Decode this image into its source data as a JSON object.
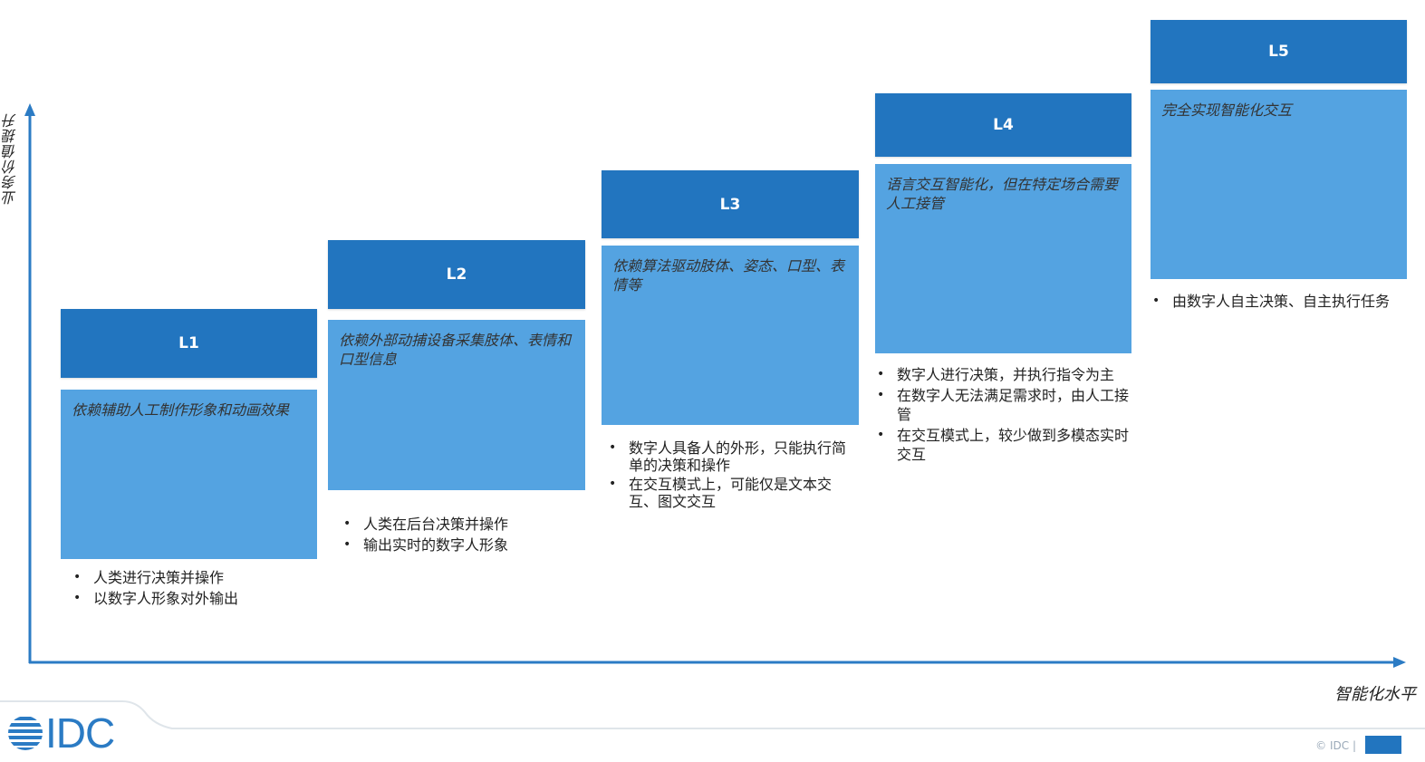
{
  "axes": {
    "y_label": "业务价值提升",
    "x_label": "智能化水平"
  },
  "levels": [
    {
      "name": "L1",
      "description": "依赖辅助人工制作形象和动画效果",
      "bullets": [
        "人类进行决策并操作",
        "以数字人形象对外输出"
      ]
    },
    {
      "name": "L2",
      "description": "依赖外部动捕设备采集肢体、表情和口型信息",
      "bullets": [
        "人类在后台决策并操作",
        "输出实时的数字人形象"
      ]
    },
    {
      "name": "L3",
      "description": "依赖算法驱动肢体、姿态、口型、表情等",
      "bullets": [
        "数字人具备人的外形，只能执行简单的决策和操作",
        "在交互模式上，可能仅是文本交互、图文交互"
      ]
    },
    {
      "name": "L4",
      "description": "语言交互智能化，但在特定场合需要人工接管",
      "bullets": [
        "数字人进行决策，并执行指令为主",
        "在数字人无法满足需求时，由人工接管",
        "在交互模式上，较少做到多模态实时交互"
      ]
    },
    {
      "name": "L5",
      "description": "完全实现智能化交互",
      "bullets": [
        "由数字人自主决策、自主执行任务"
      ]
    }
  ],
  "footer": {
    "logo": "IDC",
    "copyright": "© IDC |"
  },
  "colors": {
    "header": "#2275bf",
    "body": "#54a3e1",
    "axis": "#2b7bc4"
  }
}
